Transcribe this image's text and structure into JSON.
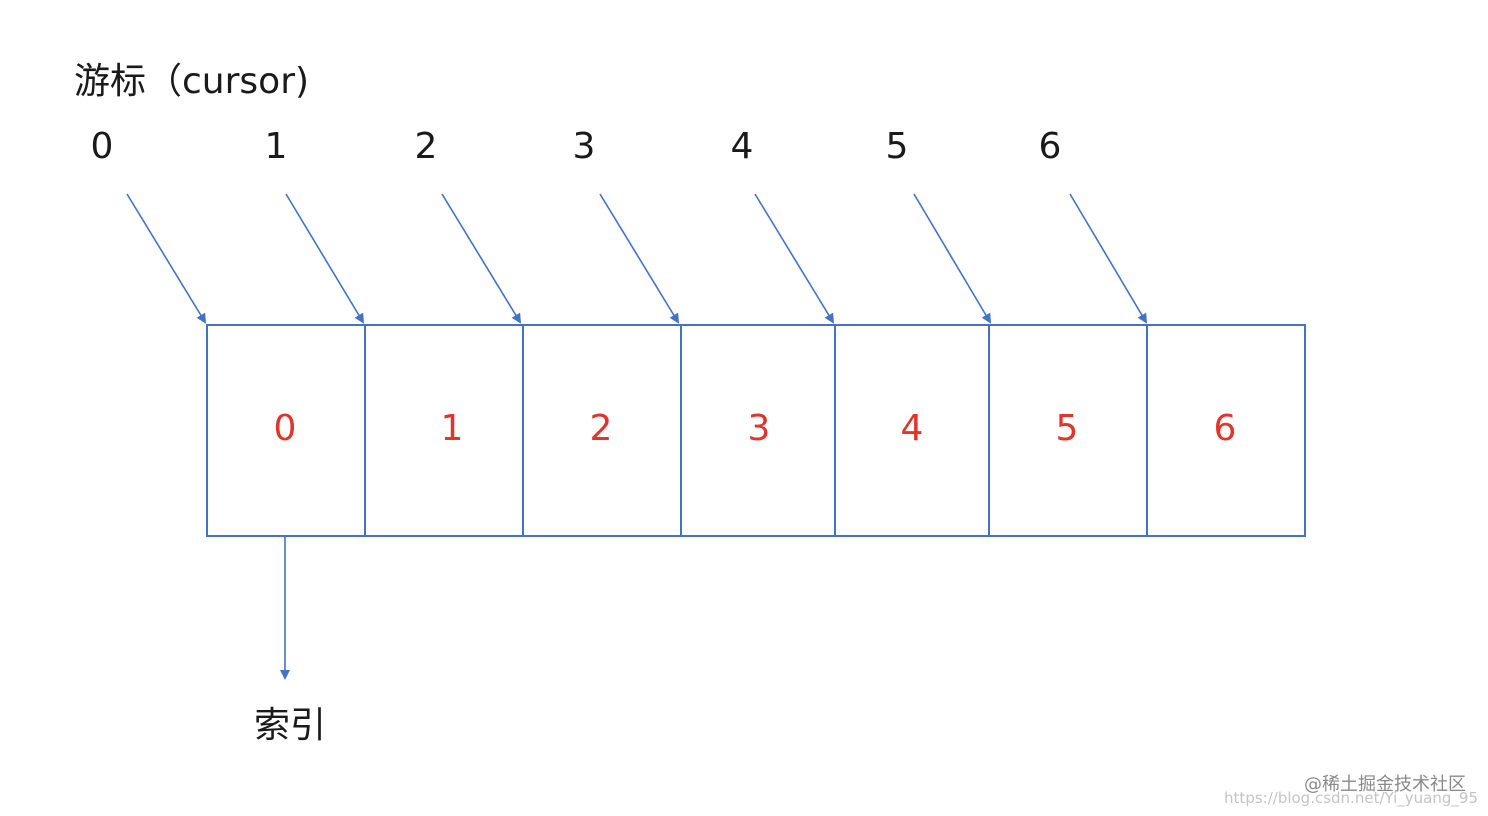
{
  "title": "游标（cursor)",
  "cursor_positions": [
    "0",
    "1",
    "2",
    "3",
    "4",
    "5",
    "6"
  ],
  "cell_indices": [
    "0",
    "1",
    "2",
    "3",
    "4",
    "5",
    "6"
  ],
  "index_label": "索引",
  "watermark": {
    "main": "@稀土掘金技术社区",
    "sub": "https://blog.csdn.net/Yi_yuang_95"
  },
  "colors": {
    "stroke": "#4472c4",
    "cell_text": "#e0352b",
    "text": "#1a1a1a"
  }
}
